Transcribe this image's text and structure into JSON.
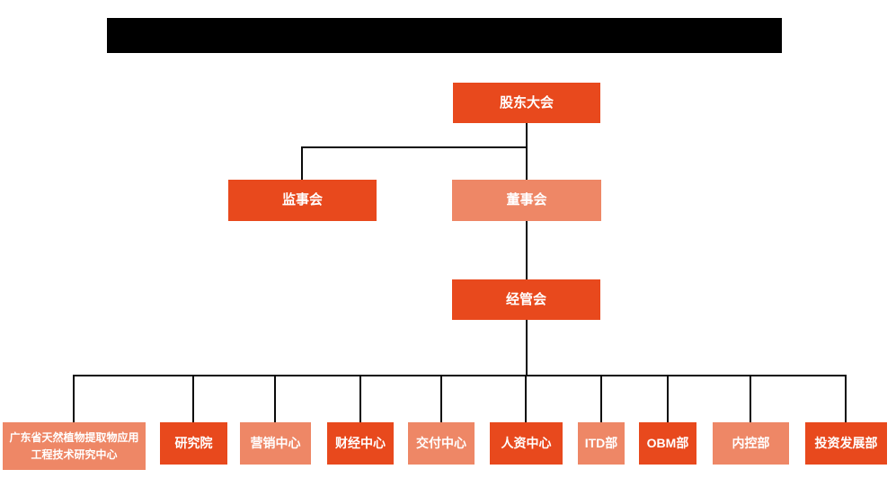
{
  "colors": {
    "primary_orange": "#e8491d",
    "light_orange": "#ee8766",
    "connector_line": "#0a0a0a",
    "redacted_title_bar": "#000000",
    "node_text": "#ffffff",
    "background": "#ffffff"
  },
  "org_chart": {
    "type": "organization-tree",
    "root": {
      "label": "股东大会"
    },
    "second_level": [
      {
        "label": "监事会",
        "variant": "dark"
      },
      {
        "label": "董事会",
        "variant": "light"
      }
    ],
    "third_level": {
      "label": "经管会"
    },
    "departments": [
      {
        "label": "广东省天然植物提取物应用工程技术研究中心",
        "variant": "light"
      },
      {
        "label": "研究院",
        "variant": "dark"
      },
      {
        "label": "营销中心",
        "variant": "light"
      },
      {
        "label": "财经中心",
        "variant": "dark"
      },
      {
        "label": "交付中心",
        "variant": "light"
      },
      {
        "label": "人资中心",
        "variant": "dark"
      },
      {
        "label": "ITD部",
        "variant": "light"
      },
      {
        "label": "OBM部",
        "variant": "dark"
      },
      {
        "label": "内控部",
        "variant": "light"
      },
      {
        "label": "投资发展部",
        "variant": "dark"
      }
    ]
  }
}
